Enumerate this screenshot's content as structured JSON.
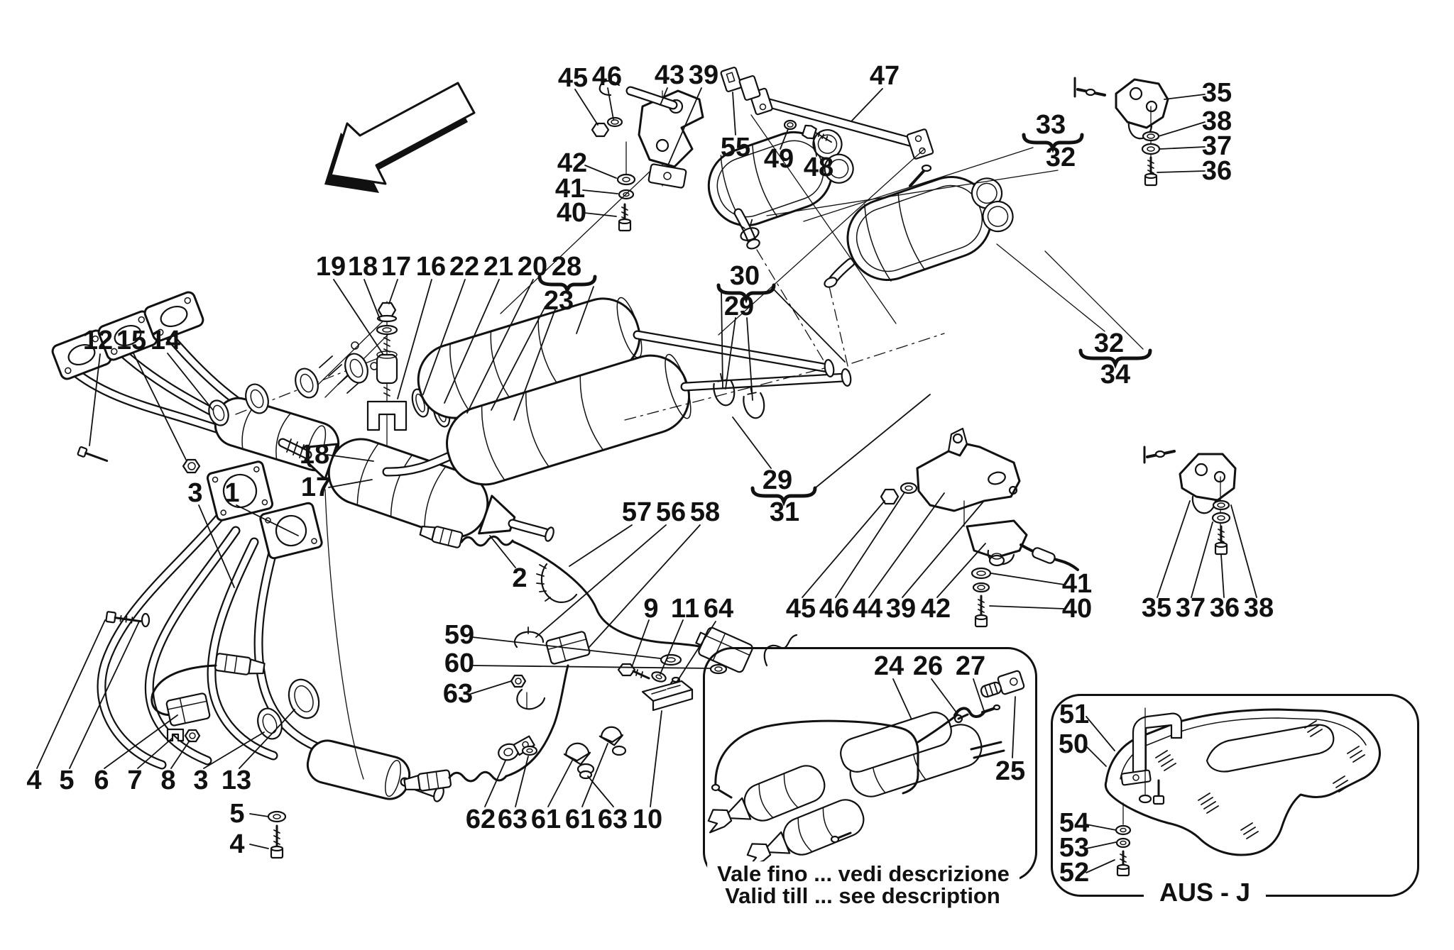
{
  "figure": {
    "type": "exploded-parts-diagram",
    "subject": "exhaust-system"
  },
  "colors": {
    "line": "#111111",
    "background": "#ffffff"
  },
  "callouts": [
    "45",
    "46",
    "43",
    "39",
    "47",
    "55",
    "49",
    "48",
    "42",
    "41",
    "40",
    "33",
    "32",
    "35",
    "38",
    "37",
    "36",
    "19",
    "18",
    "17",
    "16",
    "22",
    "21",
    "20",
    "28",
    "23",
    "12",
    "15",
    "14",
    "30",
    "29",
    "18",
    "17",
    "3",
    "1",
    "2",
    "57",
    "56",
    "58",
    "29",
    "31",
    "32",
    "34",
    "45",
    "46",
    "44",
    "39",
    "42",
    "41",
    "40",
    "35",
    "37",
    "36",
    "38",
    "4",
    "5",
    "6",
    "7",
    "8",
    "3",
    "13",
    "5",
    "4",
    "59",
    "60",
    "63",
    "62",
    "63",
    "61",
    "61",
    "63",
    "10",
    "9",
    "11",
    "64",
    "24",
    "26",
    "27",
    "25",
    "51",
    "50",
    "54",
    "53",
    "52"
  ],
  "inset_validity": {
    "caption_line1": "Vale fino ... vedi descrizione",
    "caption_line2": "Valid till ... see description"
  },
  "inset_aus": {
    "label": "AUS - J"
  }
}
